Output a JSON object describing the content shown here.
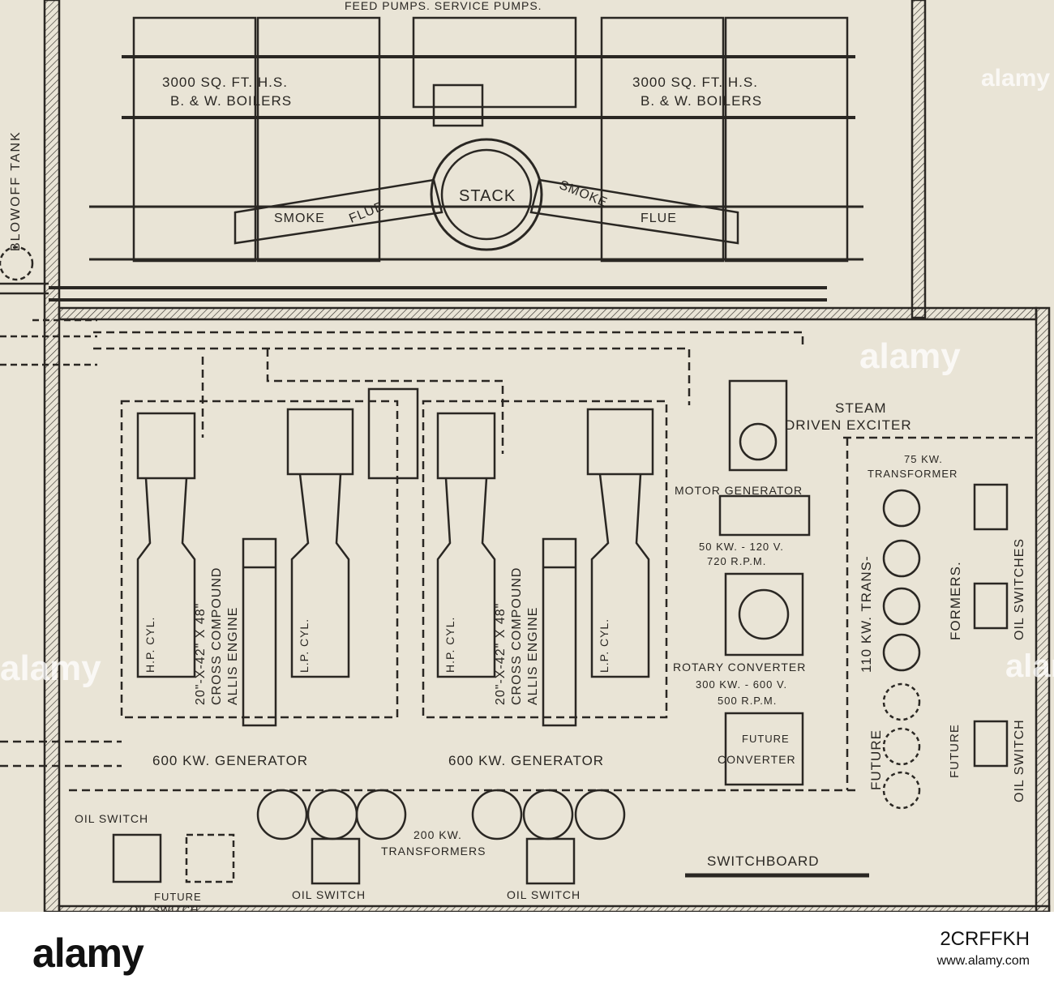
{
  "colors": {
    "ink": "#2a2723",
    "paper": "#e9e4d6",
    "watermark": "#ffffff"
  },
  "header": {
    "pumps_label": "FEED PUMPS.    SERVICE PUMPS."
  },
  "blowoff_tank": "BLOWOFF TANK",
  "boilers": {
    "left_line1": "3000 SQ. FT. H.S.",
    "left_line2": "B. & W. BOILERS",
    "right_line1": "3000 SQ. FT. H.S.",
    "right_line2": "B. & W. BOILERS"
  },
  "stack": "STACK",
  "flue": {
    "smoke": "SMOKE",
    "flue": "FLUE"
  },
  "engines": {
    "hp_cyl": "H.P. CYL.",
    "lp_cyl": "L.P. CYL.",
    "size": "20\"-X-42\" X 48\"",
    "type_line1": "CROSS COMPOUND",
    "type_line2": "ALLIS ENGINE",
    "gen_left": "600 KW. GENERATOR",
    "gen_right": "600 KW. GENERATOR"
  },
  "exciter": {
    "line1": "STEAM",
    "line2": "DRIVEN EXCITER"
  },
  "motor_generator": {
    "title": "MOTOR GENERATOR",
    "spec1": "50 KW. - 120 V.",
    "spec2": "720 R.P.M."
  },
  "rotary_converter": {
    "title": "ROTARY CONVERTER",
    "spec1": "300 KW. - 600 V.",
    "spec2": "500 R.P.M."
  },
  "future_converter": {
    "line1": "FUTURE",
    "line2": "CONVERTER"
  },
  "transformers_75": {
    "line1": "75 KW.",
    "line2": "TRANSFORMER"
  },
  "transformers_110": {
    "line1": "110 KW. TRANS-",
    "line2": "FORMERS."
  },
  "future_label": "FUTURE",
  "oil_switches": "OIL SWITCHES",
  "oil_switch": "OIL SWITCH",
  "future_oil_switch": {
    "line1": "FUTURE",
    "line2": "OIL SWITCH"
  },
  "transformers_200": {
    "line1": "200 KW.",
    "line2": "TRANSFORMERS"
  },
  "switchboard": "SWITCHBOARD",
  "watermark": {
    "brand": "alamy"
  },
  "footer": {
    "logo": "alamy",
    "image_id": "2CRFFKH",
    "url": "www.alamy.com"
  }
}
